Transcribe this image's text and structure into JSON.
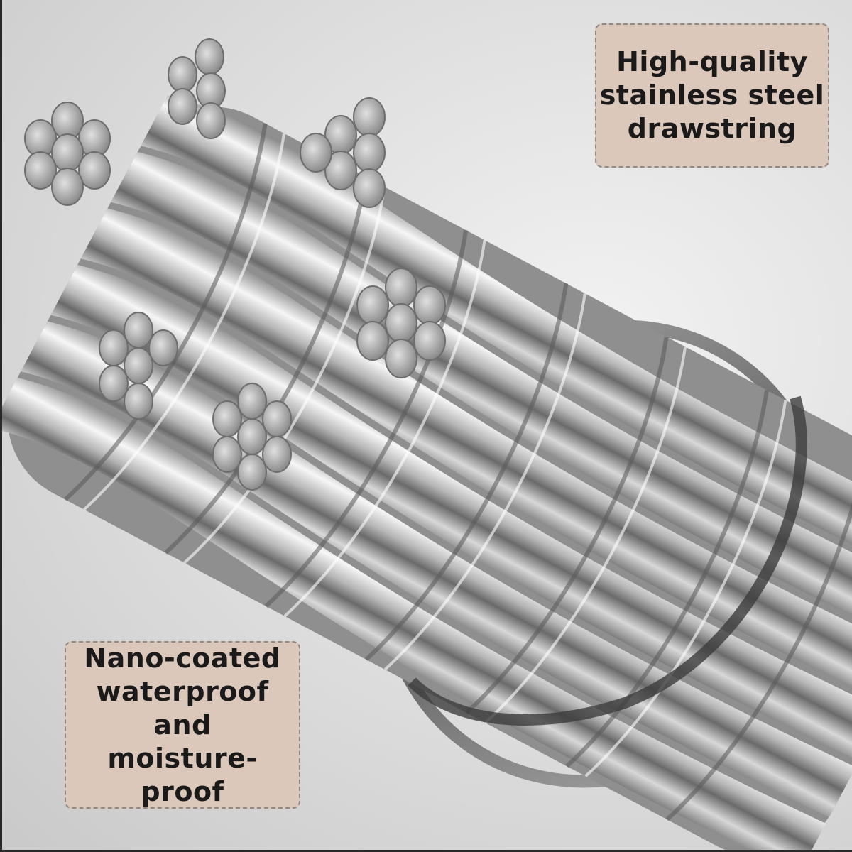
{
  "callouts": {
    "top": {
      "lines": [
        "High-quality",
        "stainless steel",
        "drawstring"
      ]
    },
    "bottom": {
      "lines": [
        "Nano-coated",
        "waterproof and",
        "moisture-proof"
      ]
    }
  },
  "colors": {
    "callout_fill": "#dcc8bb",
    "callout_border": "#8f8a86",
    "background": "#e6e6e6",
    "steel_light": "#f4f4f4",
    "steel_dark": "#5e5e5e"
  }
}
